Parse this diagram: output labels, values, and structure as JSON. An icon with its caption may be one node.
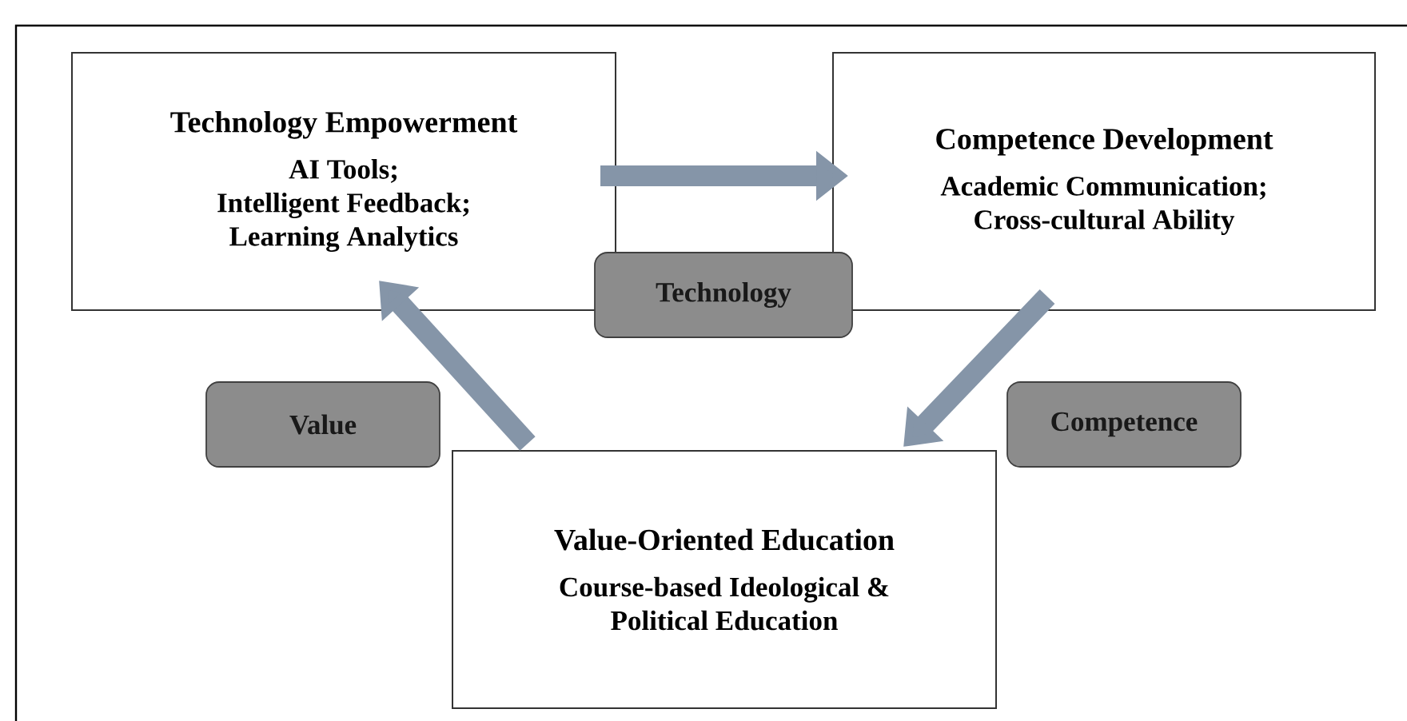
{
  "diagram": {
    "nodes": [
      {
        "text": [
          "Technology Empowerment",
          "AI Tools; Intelligent Feedback; Learning Analytics"
        ]
      },
      {
        "text": [
          "Competence Development",
          "Academic Communication; Cross-cultural Ability"
        ]
      },
      {
        "text": [
          "Value-Oriented Education",
          "Course-based Ideological & Political Education"
        ]
      },
      {
        "text": [
          "Technology"
        ]
      },
      {
        "text": [
          "Value"
        ]
      },
      {
        "text": [
          "Competence"
        ]
      }
    ],
    "edges": [
      {
        "from": 0,
        "to": 1,
        "arrow": "to"
      },
      {
        "from": 1,
        "to": 2,
        "arrow": "to"
      },
      {
        "from": 2,
        "to": 0,
        "arrow": "to"
      }
    ]
  }
}
